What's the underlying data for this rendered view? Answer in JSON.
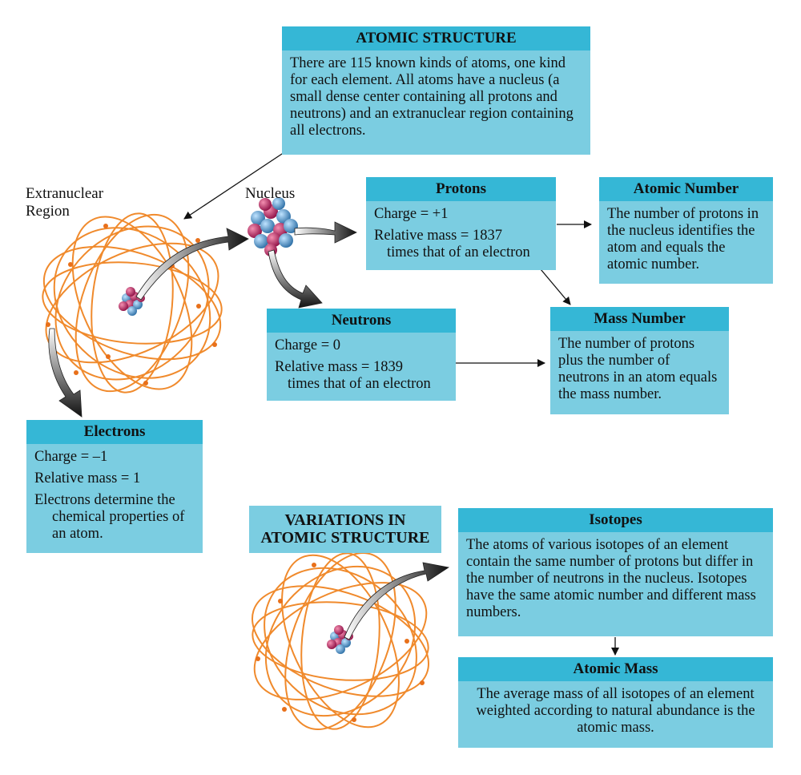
{
  "atomic_structure": {
    "title": "ATOMIC STRUCTURE",
    "text": "There are 115 known kinds of atoms, one kind for each element. All atoms have a nucleus (a small dense center containing all protons and neutrons) and an extranuclear region containing all electrons."
  },
  "labels": {
    "extranuclear_line1": "Extranuclear",
    "extranuclear_line2": "Region",
    "nucleus": "Nucleus"
  },
  "protons": {
    "title": "Protons",
    "charge": "Charge = +1",
    "mass_line1": "Relative mass = 1837",
    "mass_line2": "times that of an electron"
  },
  "atomic_number": {
    "title": "Atomic Number",
    "text": "The number of protons in the nucleus identifies the atom and equals the atomic number."
  },
  "neutrons": {
    "title": "Neutrons",
    "charge": "Charge = 0",
    "mass_line1": "Relative mass = 1839",
    "mass_line2": "times that of an electron"
  },
  "mass_number": {
    "title": "Mass Number",
    "text": "The number of protons plus the number of neutrons in an atom equals the mass number."
  },
  "electrons": {
    "title": "Electrons",
    "charge": "Charge = –1",
    "mass": "Relative mass = 1",
    "note": "Electrons determine the chemical properties of an atom."
  },
  "variations": {
    "line1": "VARIATIONS IN",
    "line2": "ATOMIC STRUCTURE"
  },
  "isotopes": {
    "title": "Isotopes",
    "text": "The atoms of various isotopes of an element contain the same number of protons but differ in the number of neutrons in the nucleus. Isotopes have the same atomic number and different mass numbers."
  },
  "atomic_mass": {
    "title": "Atomic Mass",
    "text": "The average mass of all isotopes of an element weighted according to natural abundance is the atomic mass."
  },
  "colors": {
    "box_body": "#7bcde1",
    "box_header": "#35b7d6",
    "orbit": "#f08a2c",
    "proton": "#c2185b",
    "neutron": "#4a90c8"
  }
}
